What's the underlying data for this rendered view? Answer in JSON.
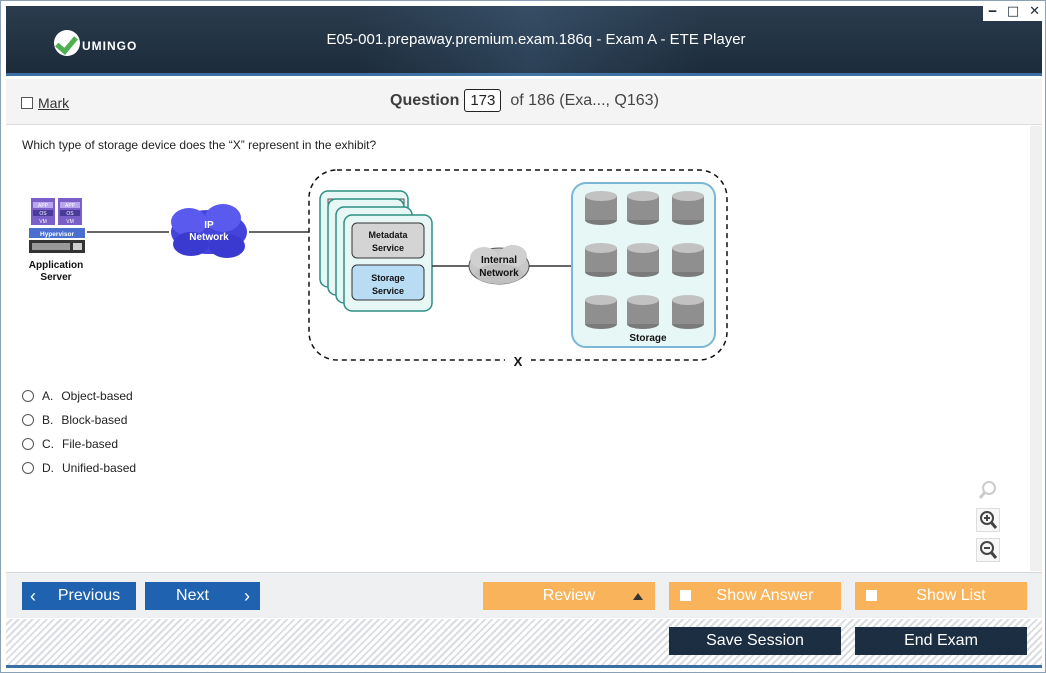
{
  "window": {
    "title": "E05-001.prepaway.premium.exam.186q - Exam A - ETE Player",
    "logo_text": "UMINGO",
    "controls": [
      "minimize-icon",
      "maximize-icon",
      "close-icon"
    ]
  },
  "header": {
    "mark_label": "Mark",
    "question_label": "Question",
    "question_number": "173",
    "question_of": "of 186 (Exa..., Q163)"
  },
  "question": {
    "text": "Which type of storage device does the “X” represent in the exhibit?"
  },
  "exhibit": {
    "app_label": "APP",
    "os_label": "OS",
    "vm_label": "VM",
    "hypervisor_label": "Hypervisor",
    "server_label_1": "Application",
    "server_label_2": "Server",
    "ip_network_1": "IP",
    "ip_network_2": "Network",
    "metadata_service_1": "Metadata",
    "metadata_service_2": "Service",
    "storage_service_1": "Storage",
    "storage_service_2": "Service",
    "internal_network_1": "Internal",
    "internal_network_2": "Network",
    "storage_label": "Storage",
    "x_label": "X"
  },
  "options": [
    {
      "letter": "A.",
      "text": "Object-based"
    },
    {
      "letter": "B.",
      "text": "Block-based"
    },
    {
      "letter": "C.",
      "text": "File-based"
    },
    {
      "letter": "D.",
      "text": "Unified-based"
    }
  ],
  "nav": {
    "previous": "Previous",
    "next": "Next",
    "review": "Review",
    "show_answer": "Show Answer",
    "show_list": "Show List",
    "save_session": "Save Session",
    "end_exam": "End Exam"
  },
  "colors": {
    "titlebar": "#1c2b3a",
    "nav_blue": "#1f63b0",
    "nav_orange": "#f9b45b",
    "footer_dark": "#1c2e42",
    "exhibit_teal": "#2f8f84"
  }
}
